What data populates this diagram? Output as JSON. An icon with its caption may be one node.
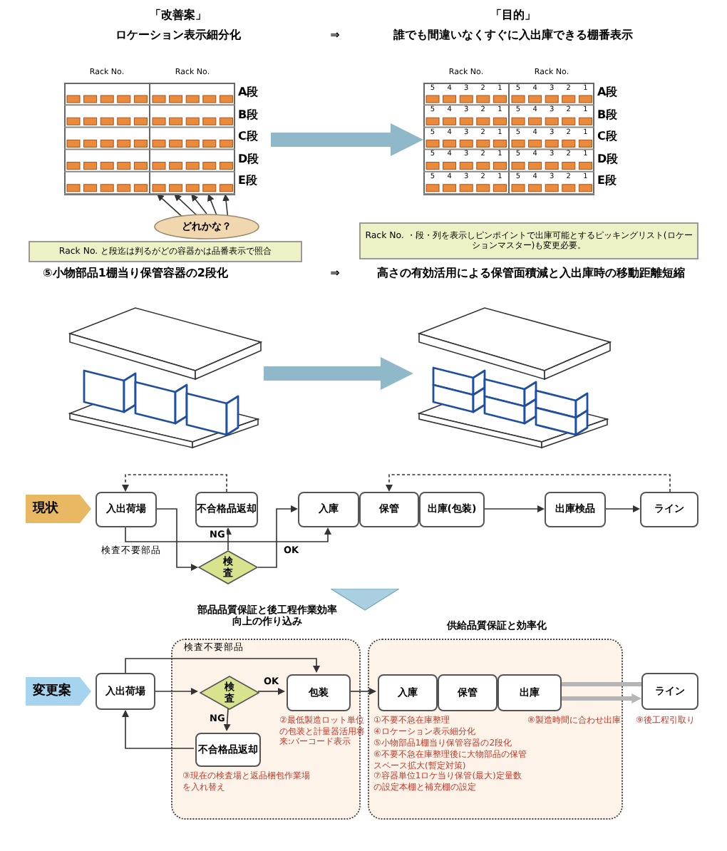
{
  "diagram": {
    "nodes": [
      {
        "text": [],
        "shape": "picture"
      },
      {
        "text": [
          "どれかな？"
        ]
      },
      {
        "text": [
          "Rack No. と段迄は判るがどの容器かは品番表示で照合"
        ]
      },
      {
        "text": [],
        "shape": "picture"
      },
      {
        "text": [
          "Rack No. ・段・列を表示しピンポイントで出庫可能とするピッキングリスト(ロケーションマスター)も変更必要。"
        ]
      },
      {
        "text": [],
        "shape": "picture"
      },
      {
        "text": [],
        "shape": "picture"
      },
      {
        "text": [
          "現状"
        ]
      },
      {
        "text": [
          "入出荷場"
        ]
      },
      {
        "text": [
          "不合格品返却"
        ]
      },
      {
        "text": [
          "検査"
        ]
      },
      {
        "text": [
          "入庫"
        ]
      },
      {
        "text": [
          "保管"
        ]
      },
      {
        "text": [
          "出庫(包装)"
        ]
      },
      {
        "text": [
          "出庫検品"
        ]
      },
      {
        "text": [
          "ライン"
        ]
      },
      {
        "text": [
          "変更案"
        ]
      },
      {
        "text": [
          "入出荷場"
        ]
      },
      {
        "text": [
          "部品品質保証と後工程作業効率向上の作り込み"
        ]
      },
      {
        "text": [
          "検査"
        ],
        "in": 18
      },
      {
        "text": [
          "包装"
        ],
        "in": 18,
        "beside": [
          "②最低製造ロット単位の包装と計量器活用将来:バーコード表示"
        ]
      },
      {
        "text": [
          "不合格品返却"
        ],
        "in": 18,
        "beside": [
          "③現在の検査場と返品梱包作業場を入れ替え"
        ]
      },
      {
        "text": [
          "供給品質保証と効率化"
        ]
      },
      {
        "text": [
          "入庫"
        ],
        "in": 22,
        "beside": [
          "①不要不急在庫整理",
          "④ロケーション表示細分化",
          "⑤小物部品1棚当り保管容器の2段化",
          "⑥不要不急在庫整理後に大物部品の保管スペース拡大(暫定対策)",
          "⑦容器単位1ロケ当り保管(最大)定量数の設定本棚と補充棚の設定"
        ]
      },
      {
        "text": [
          "保管"
        ],
        "in": 22
      },
      {
        "text": [
          "出庫"
        ],
        "in": 22,
        "beside": [
          "⑧製造時間に合わせ出庫"
        ]
      },
      {
        "text": [
          "ライン"
        ],
        "beside": [
          "⑨後工程引取り"
        ]
      }
    ],
    "edges": [
      {
        "from": 1,
        "to": 0,
        "arrow": "to"
      },
      {
        "from": 1,
        "to": 0,
        "arrow": "to"
      },
      {
        "from": 1,
        "to": 0,
        "arrow": "to"
      },
      {
        "from": 1,
        "to": 0,
        "arrow": "to"
      },
      {
        "from": 1,
        "to": 0,
        "arrow": "to"
      },
      {
        "from": 0,
        "to": 3,
        "arrow": "to",
        "style": "thick",
        "color": "#8fb9c9"
      },
      {
        "from": 5,
        "to": 6,
        "arrow": "to",
        "style": "thick",
        "color": "#8fb9c9"
      },
      {
        "from": 8,
        "to": 10,
        "arrow": "to"
      },
      {
        "from": 8,
        "to": 11,
        "arrow": "to",
        "label": "検査不要部品"
      },
      {
        "from": 10,
        "to": 9,
        "arrow": "to",
        "label": "NG"
      },
      {
        "from": 10,
        "to": 11,
        "arrow": "to",
        "label": "OK"
      },
      {
        "from": 9,
        "to": 8,
        "arrow": "to",
        "style": "dashed"
      },
      {
        "from": 13,
        "to": 14,
        "arrow": "to"
      },
      {
        "from": 14,
        "to": 15,
        "arrow": "to"
      },
      {
        "from": 15,
        "to": 12,
        "arrow": "to",
        "style": "dashed"
      },
      {
        "from": 17,
        "to": 19,
        "arrow": "to"
      },
      {
        "from": 17,
        "to": 20,
        "arrow": "to",
        "label": "検査不要部品"
      },
      {
        "from": 19,
        "to": 20,
        "arrow": "to",
        "label": "OK"
      },
      {
        "from": 19,
        "to": 21,
        "arrow": "to",
        "label": "NG"
      },
      {
        "from": 21,
        "to": 17,
        "arrow": "to"
      },
      {
        "from": 20,
        "to": 23,
        "arrow": "to"
      },
      {
        "from": 25,
        "to": 26,
        "arrow": "to",
        "style": "thick",
        "color": "#b5b5b5"
      },
      {
        "from": 26,
        "to": 25,
        "arrow": "none",
        "style": "thick",
        "color": "#b5b5b5"
      }
    ],
    "labels": [
      "「改善案」",
      "ロケーション表示細分化",
      "⇒",
      "「目的」",
      "誰でも間違いなくすぐに入出庫できる棚番表示",
      "Rack No.",
      "Rack No.",
      "Rack No.",
      "Rack No.",
      "A段",
      "5",
      "4",
      "3",
      "2",
      "1",
      "5",
      "4",
      "3",
      "2",
      "1",
      "A段",
      "B段",
      "5",
      "4",
      "3",
      "2",
      "1",
      "5",
      "4",
      "3",
      "2",
      "1",
      "B段",
      "C段",
      "5",
      "4",
      "3",
      "2",
      "1",
      "5",
      "4",
      "3",
      "2",
      "1",
      "C段",
      "D段",
      "5",
      "4",
      "3",
      "2",
      "1",
      "5",
      "4",
      "3",
      "2",
      "1",
      "D段",
      "E段",
      "5",
      "4",
      "3",
      "2",
      "1",
      "5",
      "4",
      "3",
      "2",
      "1",
      "E段",
      "⑤小物部品1棚当り保管容器の2段化",
      "⇒",
      "高さの有効活用による保管面積減と入出庫時の移動距離短縮"
    ]
  }
}
